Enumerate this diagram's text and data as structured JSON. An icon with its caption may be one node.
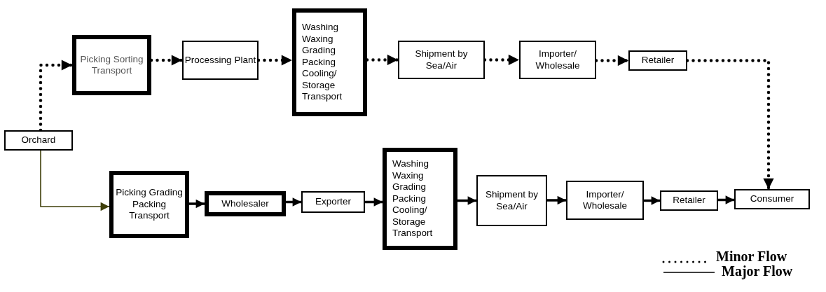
{
  "diagram": {
    "nodes": [
      {
        "text": [
          "Orchard"
        ]
      },
      {
        "text": [
          "Picking Sorting Transport"
        ]
      },
      {
        "text": [
          "Processing Plant"
        ]
      },
      {
        "text": [
          "Washing Waxing Grading Packing Cooling/ Storage Transport"
        ]
      },
      {
        "text": [
          "Shipment by Sea/Air"
        ]
      },
      {
        "text": [
          "Importer/ Wholesale"
        ]
      },
      {
        "text": [
          "Retailer"
        ]
      },
      {
        "text": [
          "Picking Grading Packing Transport"
        ]
      },
      {
        "text": [
          "Wholesaler"
        ]
      },
      {
        "text": [
          "Exporter"
        ]
      },
      {
        "text": [
          "Washing Waxing Grading Packing Cooling/ Storage Transport"
        ]
      },
      {
        "text": [
          "Shipment by Sea/Air"
        ]
      },
      {
        "text": [
          "Importer/ Wholesale"
        ]
      },
      {
        "text": [
          "Retailer"
        ]
      },
      {
        "text": [
          "Consumer"
        ]
      }
    ],
    "edges": [
      {
        "from": 0,
        "to": 1,
        "arrow": "to",
        "style": "dashed"
      },
      {
        "from": 1,
        "to": 2,
        "arrow": "to",
        "style": "dashed"
      },
      {
        "from": 2,
        "to": 3,
        "arrow": "to",
        "style": "dashed"
      },
      {
        "from": 3,
        "to": 4,
        "arrow": "to",
        "style": "dashed"
      },
      {
        "from": 4,
        "to": 5,
        "arrow": "to",
        "style": "dashed"
      },
      {
        "from": 5,
        "to": 6,
        "arrow": "to",
        "style": "dashed"
      },
      {
        "from": 6,
        "to": 14,
        "arrow": "to",
        "style": "dashed"
      },
      {
        "from": 0,
        "to": 7,
        "arrow": "to",
        "color": "#3f3f0a"
      },
      {
        "from": 7,
        "to": 8,
        "arrow": "to"
      },
      {
        "from": 8,
        "to": 9,
        "arrow": "to"
      },
      {
        "from": 9,
        "to": 10,
        "arrow": "to"
      },
      {
        "from": 10,
        "to": 11,
        "arrow": "to"
      },
      {
        "from": 11,
        "to": 12,
        "arrow": "to"
      },
      {
        "from": 12,
        "to": 13,
        "arrow": "to"
      },
      {
        "from": 13,
        "to": 14,
        "arrow": "to"
      }
    ],
    "legend": [
      {
        "text": "Minor Flow"
      },
      {
        "text": "Major Flow"
      }
    ]
  }
}
